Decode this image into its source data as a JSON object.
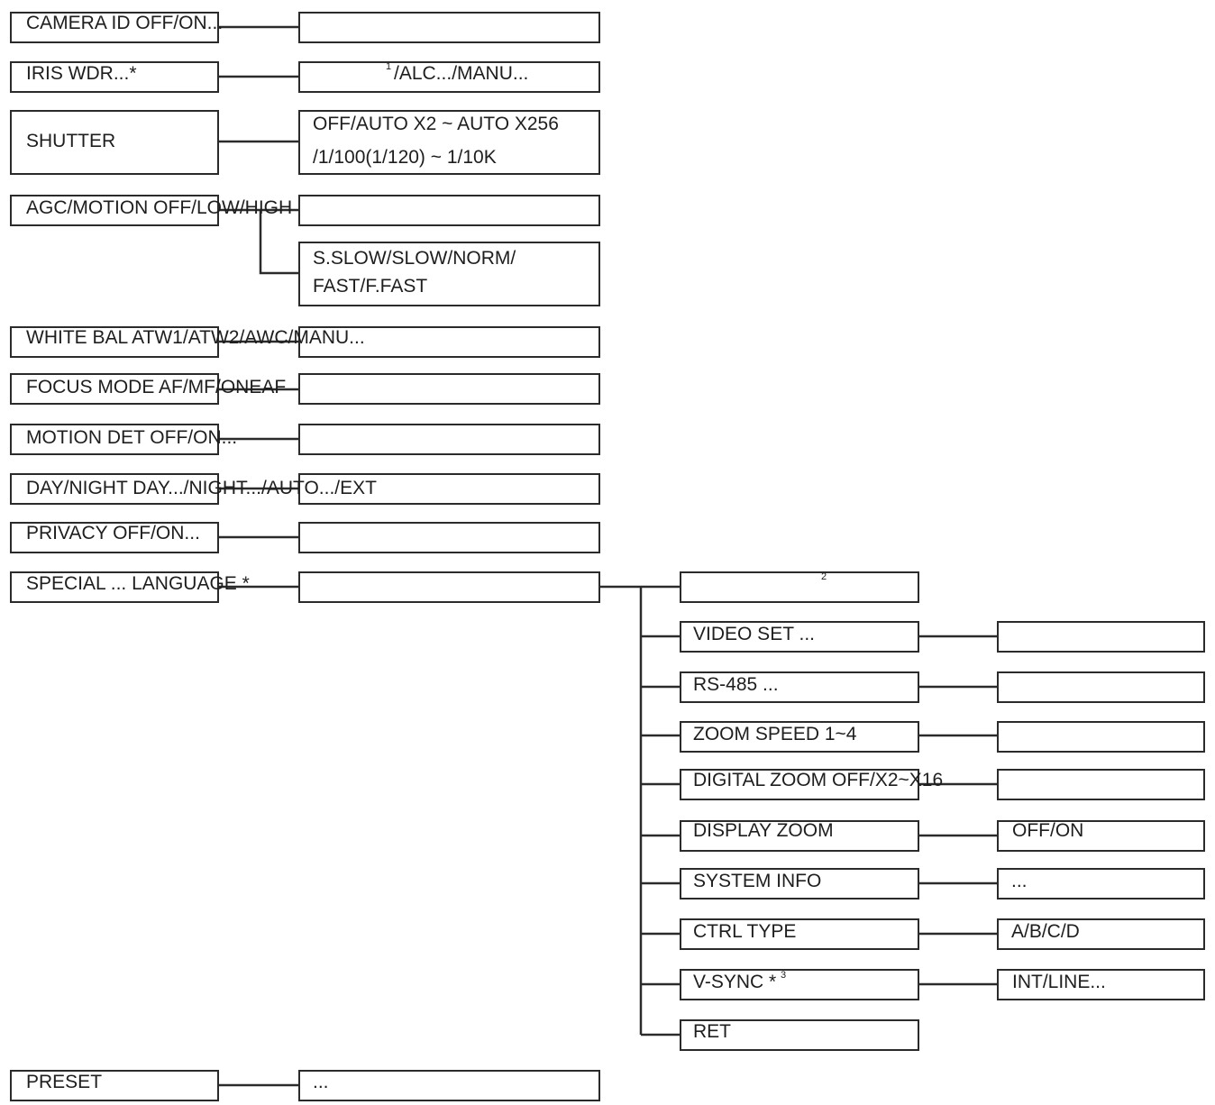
{
  "menu": {
    "camera_id": "CAMERA ID OFF/ON...",
    "iris": "IRIS WDR...*",
    "iris_value": "/ALC.../MANU...",
    "iris_note": "1",
    "shutter": "SHUTTER",
    "shutter_value_1": "OFF/AUTO X2 ~ AUTO X256",
    "shutter_value_2": "/1/100(1/120) ~ 1/10K",
    "agc": "AGC/MOTION OFF/LOW/HIGH",
    "agc_value_1": "S.SLOW/SLOW/NORM/",
    "agc_value_2": "FAST/F.FAST",
    "white_bal": "WHITE BAL ATW1/ATW2/AWC/MANU...",
    "focus": "FOCUS MODE AF/MF/ONEAF",
    "motion_det": "MOTION DET OFF/ON...",
    "day_night": "DAY/NIGHT DAY.../NIGHT.../AUTO.../EXT",
    "privacy": "PRIVACY OFF/ON...",
    "special": "SPECIAL ... LANGUAGE *",
    "preset": "PRESET",
    "preset_value": "..."
  },
  "special_menu": {
    "language_note": "2",
    "video_set": "VIDEO SET ...",
    "rs485": "RS-485 ...",
    "zoom_speed": "ZOOM SPEED 1~4",
    "digital_zoom": "DIGITAL ZOOM OFF/X2~X16",
    "display_zoom": "DISPLAY ZOOM",
    "display_zoom_value": "OFF/ON",
    "system_info": "SYSTEM INFO",
    "system_info_value": "...",
    "ctrl_type": "CTRL TYPE",
    "ctrl_type_value": "A/B/C/D",
    "vsync": "V-SYNC *",
    "vsync_note": "3",
    "vsync_value": "INT/LINE...",
    "ret": "RET"
  }
}
